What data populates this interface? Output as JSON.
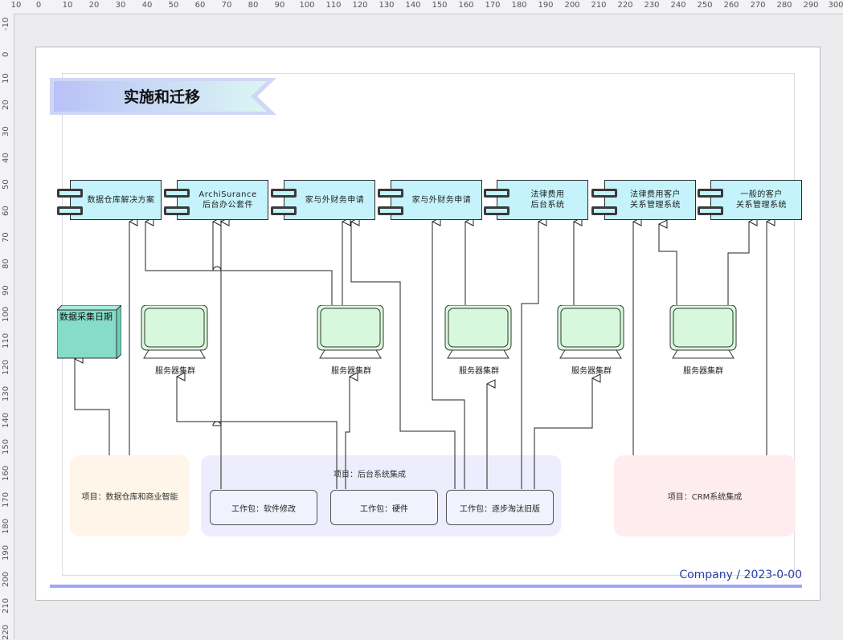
{
  "ruler_top": [
    "10",
    "0",
    "10",
    "20",
    "30",
    "40",
    "50",
    "60",
    "70",
    "80",
    "90",
    "100",
    "110",
    "120",
    "130",
    "140",
    "150",
    "160",
    "170",
    "180",
    "190",
    "200",
    "210",
    "220",
    "230",
    "240",
    "250",
    "260",
    "270",
    "280",
    "290",
    "300"
  ],
  "ruler_left": [
    "-10",
    "0",
    "10",
    "20",
    "30",
    "40",
    "50",
    "60",
    "70",
    "80",
    "90",
    "100",
    "110",
    "120",
    "130",
    "140",
    "150",
    "160",
    "170",
    "180",
    "190",
    "200",
    "210",
    "220"
  ],
  "title": "实施和迁移",
  "applications": [
    {
      "label": "数据仓库解决方案"
    },
    {
      "label": "ArchiSurance\n后台办公套件"
    },
    {
      "label": "家与外财务申请"
    },
    {
      "label": "家与外财务申请"
    },
    {
      "label": "法律费用\n后台系统"
    },
    {
      "label": "法律费用客户\n关系管理系统"
    },
    {
      "label": "一般的客户\n关系管理系统"
    }
  ],
  "data_store": {
    "label": "数据采集日期"
  },
  "servers": [
    {
      "label": "服务器集群"
    },
    {
      "label": "服务器集群"
    },
    {
      "label": "服务器集群"
    },
    {
      "label": "服务器集群"
    },
    {
      "label": "服务器集群"
    }
  ],
  "projects": [
    {
      "label": "项目：数据仓库和商业智能"
    },
    {
      "label": "项目：后台系统集成"
    },
    {
      "label": "项目：CRM系统集成"
    }
  ],
  "work_packages": [
    {
      "label": "工作包：软件修改"
    },
    {
      "label": "工作包：硬件"
    },
    {
      "label": "工作包：逐步淘汰旧版"
    }
  ],
  "footer": "Company / 2023-0-00",
  "colors": {
    "application": "#c4f3fb",
    "server": "#d8f8dd",
    "data_store": "#86dcc9",
    "project_1": "#fff5e8",
    "project_2": "#ededfd",
    "project_3": "#ffecee",
    "footer_text": "#2b3fa6",
    "footer_line": "#9fa6f4"
  }
}
